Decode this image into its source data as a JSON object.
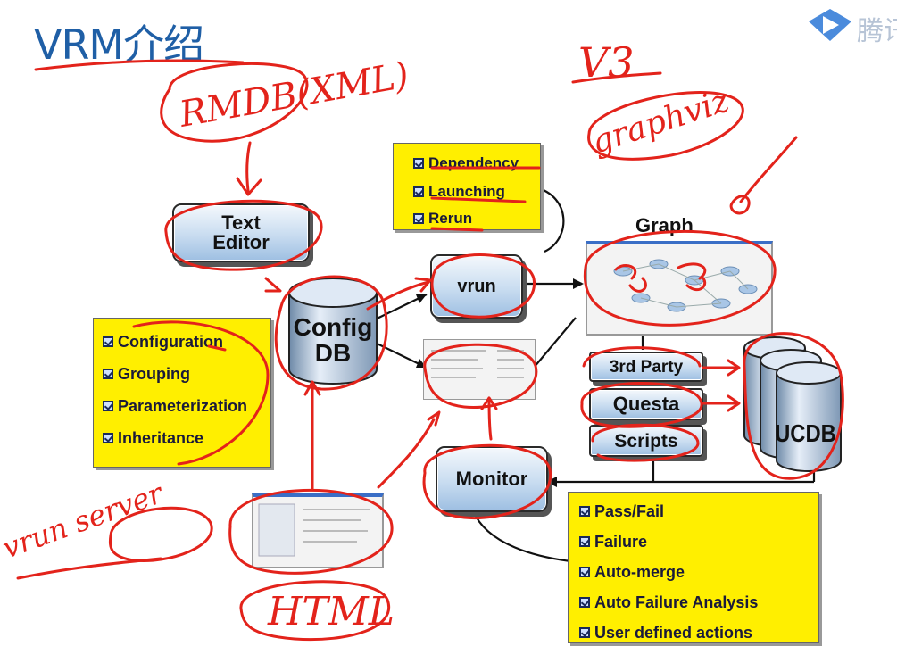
{
  "slide": {
    "title": "VRM介绍"
  },
  "logo": {
    "text": "腾讯"
  },
  "boxes": {
    "text_editor": [
      "Text",
      "Editor"
    ],
    "config_db": [
      "Config",
      "DB"
    ],
    "vrun": "vrun",
    "graph": "Graph",
    "third_party": "3rd Party",
    "questa": "Questa",
    "scripts": "Scripts",
    "ucdb": "UCDB",
    "monitor": "Monitor"
  },
  "notes": {
    "vrun_features": [
      "Dependency",
      "Launching",
      "Rerun"
    ],
    "config_features": [
      "Configuration",
      "Grouping",
      "Parameterization",
      "Inheritance"
    ],
    "monitor_features": [
      "Pass/Fail",
      "Failure",
      "Auto-merge",
      "Auto Failure Analysis",
      "User defined actions"
    ]
  },
  "handwriting": {
    "rmdb": "RMDB(XML)",
    "v3": "V3",
    "graphviz": "graphviz",
    "vrun_server": "vrun server",
    "html": "HTML"
  },
  "colors": {
    "ink": "#e3231b",
    "note": "#ffef00",
    "title": "#1f5fa6",
    "box": "#c8dcf0"
  }
}
